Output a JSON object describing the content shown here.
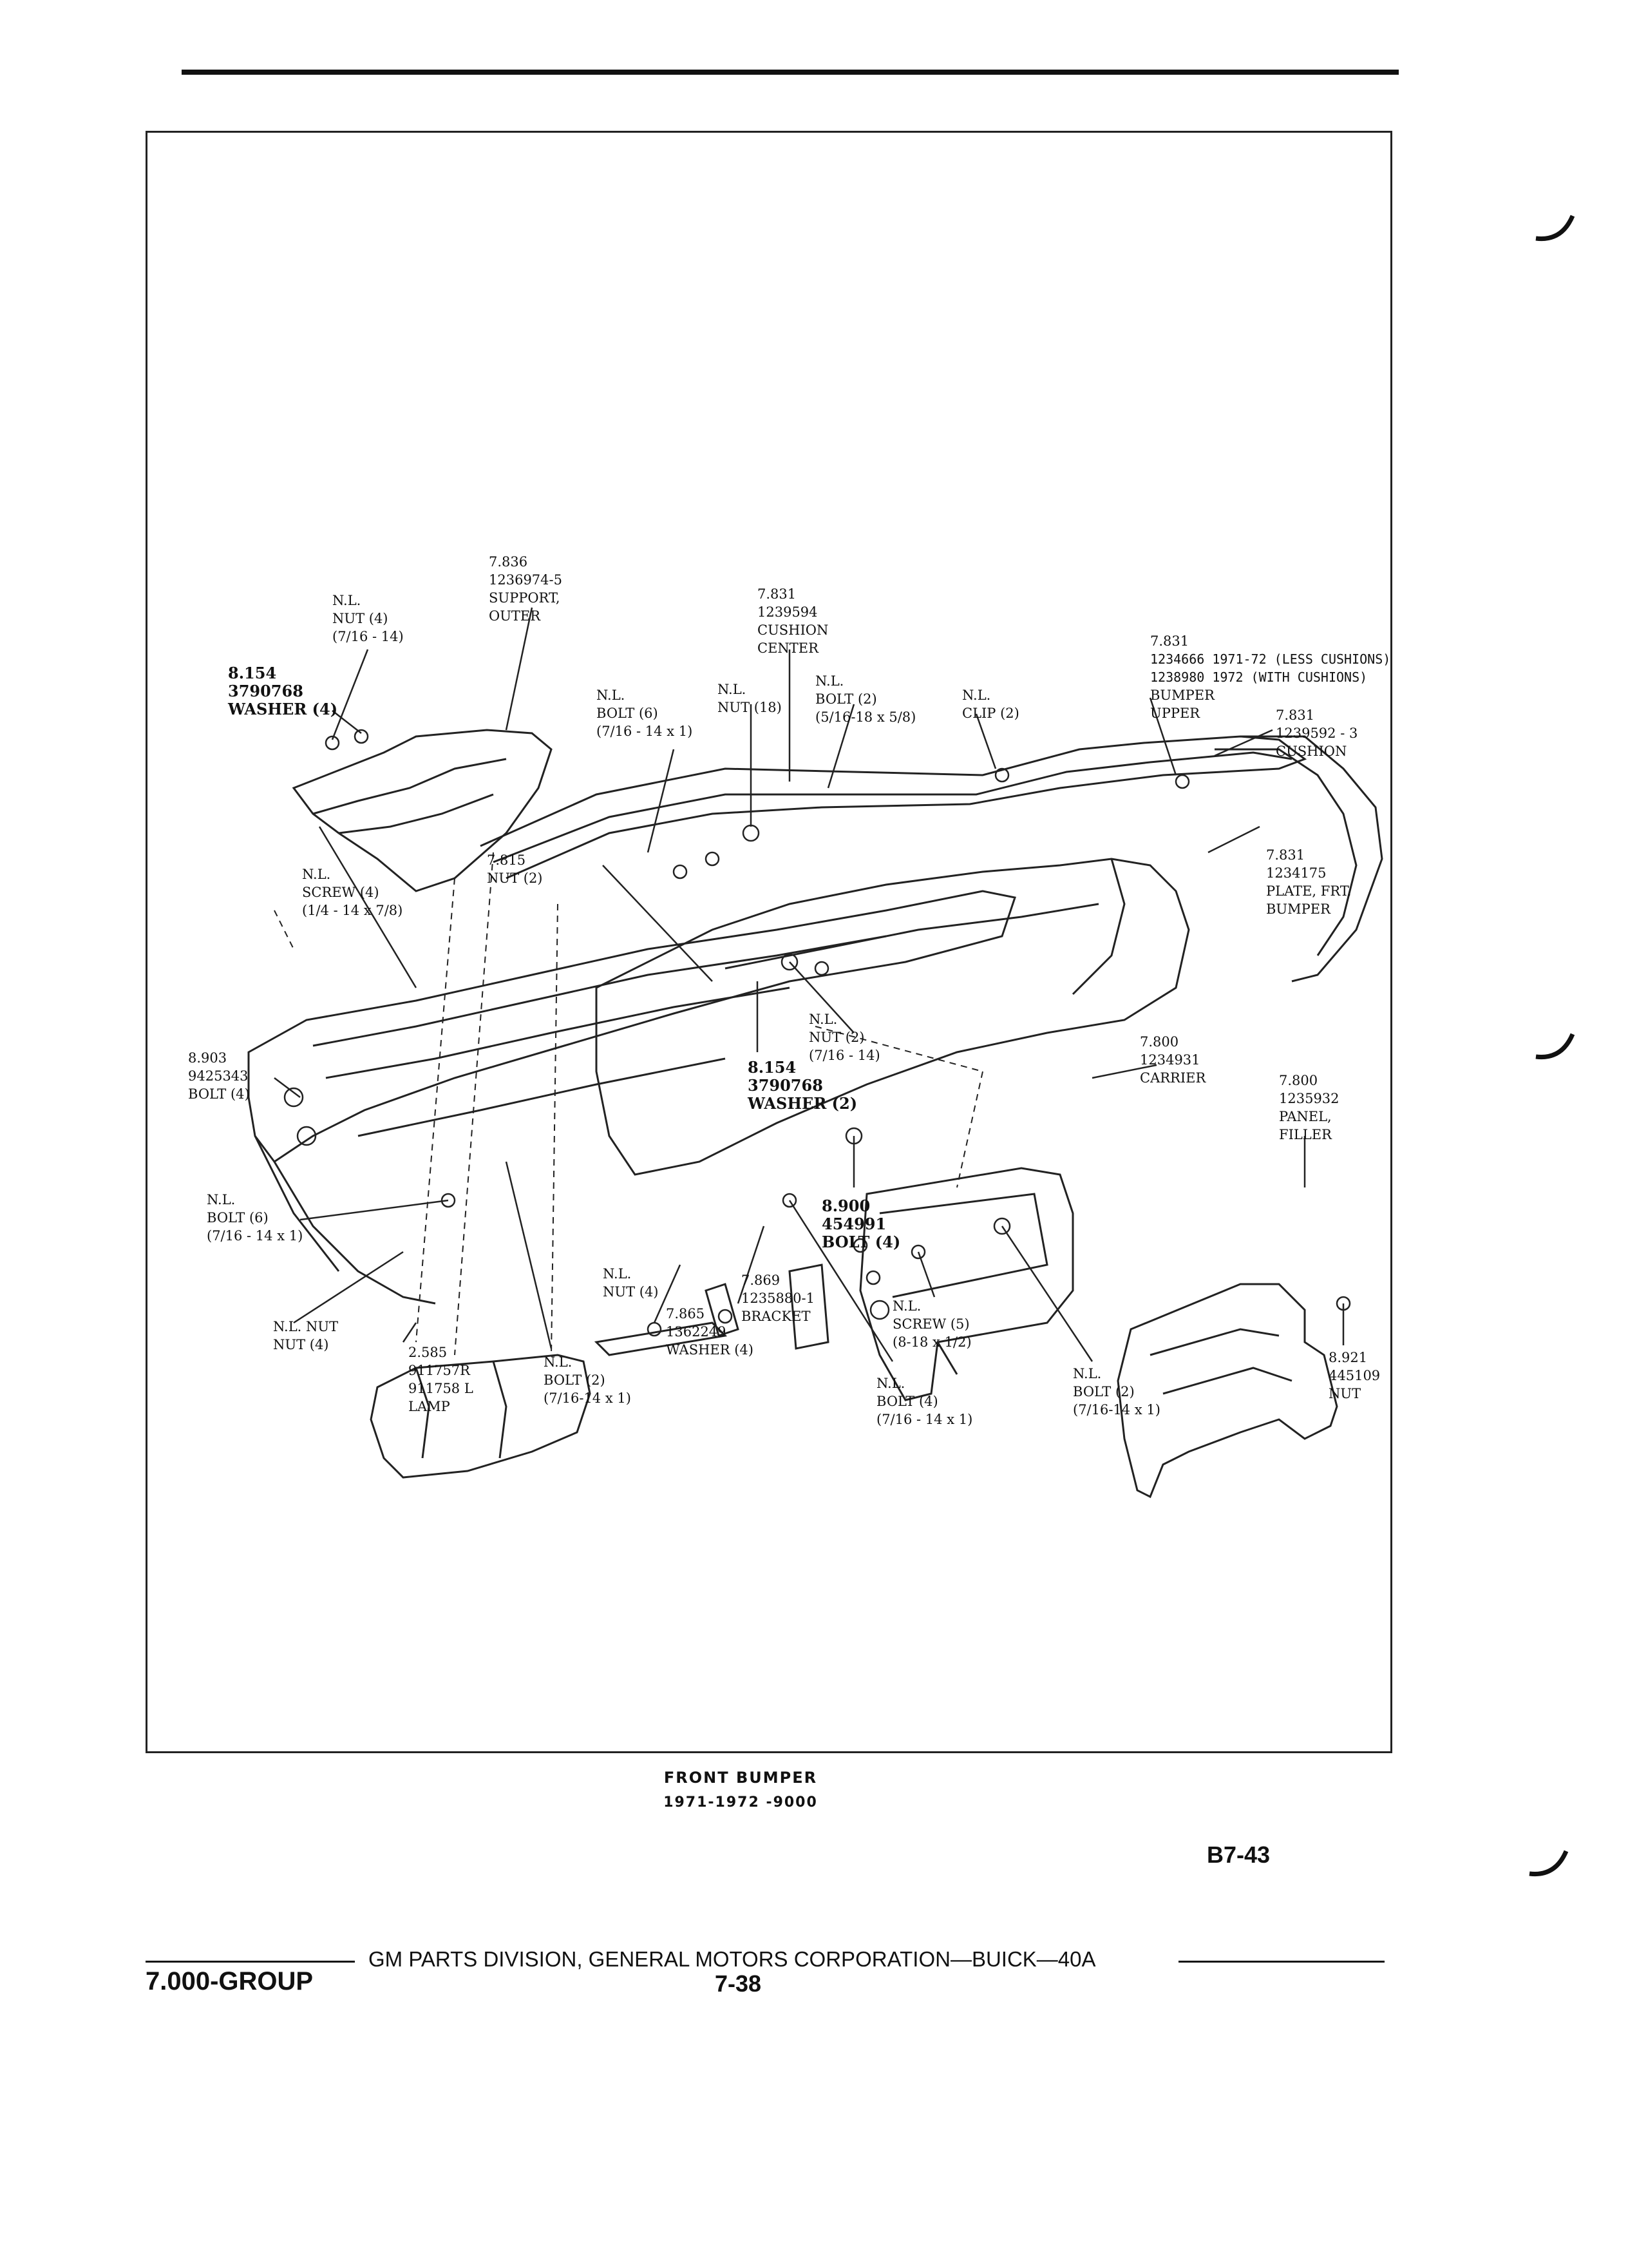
{
  "callouts": [
    {
      "id": "c1",
      "lines": [
        "N.L.",
        "NUT (4)",
        "(7/16 - 14)"
      ]
    },
    {
      "id": "c2",
      "lines": [
        "7.836",
        "1236974-5",
        "SUPPORT,",
        "OUTER"
      ]
    },
    {
      "id": "c3",
      "lines": [
        "7.831",
        "1239594",
        "CUSHION",
        "CENTER"
      ]
    },
    {
      "id": "c4",
      "lines": [
        "8.154",
        "3790768",
        "WASHER (4)"
      ]
    },
    {
      "id": "c5",
      "lines": [
        "N.L.",
        "BOLT (6)",
        "(7/16 - 14 x 1)"
      ]
    },
    {
      "id": "c6",
      "lines": [
        "N.L.",
        "NUT (18)"
      ]
    },
    {
      "id": "c7",
      "lines": [
        "N.L.",
        "BOLT (2)",
        "(5/16-18 x 5/8)"
      ]
    },
    {
      "id": "c8",
      "lines": [
        "N.L.",
        "CLIP (2)"
      ]
    },
    {
      "id": "c9",
      "lines": [
        "7.831",
        "1234666 1971-72  (LESS CUSHIONS)",
        "1238980 1972  (WITH CUSHIONS)",
        "BUMPER",
        "UPPER"
      ]
    },
    {
      "id": "c10",
      "lines": [
        "7.831",
        "1239592 - 3",
        "CUSHION"
      ]
    },
    {
      "id": "c11",
      "lines": [
        "N.L.",
        "SCREW (4)",
        "(1/4 - 14 x 7/8)"
      ]
    },
    {
      "id": "c12",
      "lines": [
        "7.815",
        "NUT (2)"
      ]
    },
    {
      "id": "c13",
      "lines": [
        "7.831",
        "1234175",
        "PLATE, FRT.",
        "BUMPER"
      ]
    },
    {
      "id": "c14",
      "lines": [
        "N.L.",
        "NUT (2)",
        "(7/16 - 14)"
      ]
    },
    {
      "id": "c15",
      "lines": [
        "8.903",
        "9425343",
        "BOLT (4)"
      ]
    },
    {
      "id": "c16",
      "lines": [
        "8.154",
        "3790768",
        "WASHER (2)"
      ]
    },
    {
      "id": "c17",
      "lines": [
        "7.800",
        "1234931",
        "CARRIER"
      ]
    },
    {
      "id": "c18",
      "lines": [
        "7.800",
        "1235932",
        "PANEL,",
        "FILLER"
      ]
    },
    {
      "id": "c19",
      "lines": [
        "8.900",
        "454991",
        "BOLT (4)"
      ]
    },
    {
      "id": "c20",
      "lines": [
        "N.L.",
        "BOLT (6)",
        "(7/16 - 14 x 1)"
      ]
    },
    {
      "id": "c21",
      "lines": [
        "N.L.",
        "NUT (4)"
      ]
    },
    {
      "id": "c22",
      "lines": [
        "7.869",
        "1235880-1",
        "BRACKET"
      ]
    },
    {
      "id": "c23",
      "lines": [
        "7.865",
        "1362249",
        "WASHER (4)"
      ]
    },
    {
      "id": "c24",
      "lines": [
        "N.L.",
        "SCREW (5)",
        "(8-18 x 1/2)"
      ]
    },
    {
      "id": "c25",
      "lines": [
        "N.L. NUT",
        "NUT (4)"
      ]
    },
    {
      "id": "c26",
      "lines": [
        "2.585",
        "911757R",
        "911758 L",
        "LAMP"
      ]
    },
    {
      "id": "c27",
      "lines": [
        "N.L.",
        "BOLT (2)",
        "(7/16-14 x 1)"
      ]
    },
    {
      "id": "c28",
      "lines": [
        "N.L.",
        "BOLT (4)",
        "(7/16 - 14 x 1)"
      ]
    },
    {
      "id": "c29",
      "lines": [
        "N.L.",
        "BOLT (2)",
        "(7/16-14 x 1)"
      ]
    },
    {
      "id": "c30",
      "lines": [
        "8.921",
        "445109",
        "NUT"
      ]
    }
  ],
  "caption": {
    "title": "FRONT BUMPER",
    "subtitle": "1971-1972 -9000"
  },
  "page_code": "B7-43",
  "footer": {
    "text": "GM PARTS DIVISION, GENERAL MOTORS CORPORATION—BUICK—40A",
    "group": "7.000-GROUP",
    "page": "7-38"
  }
}
